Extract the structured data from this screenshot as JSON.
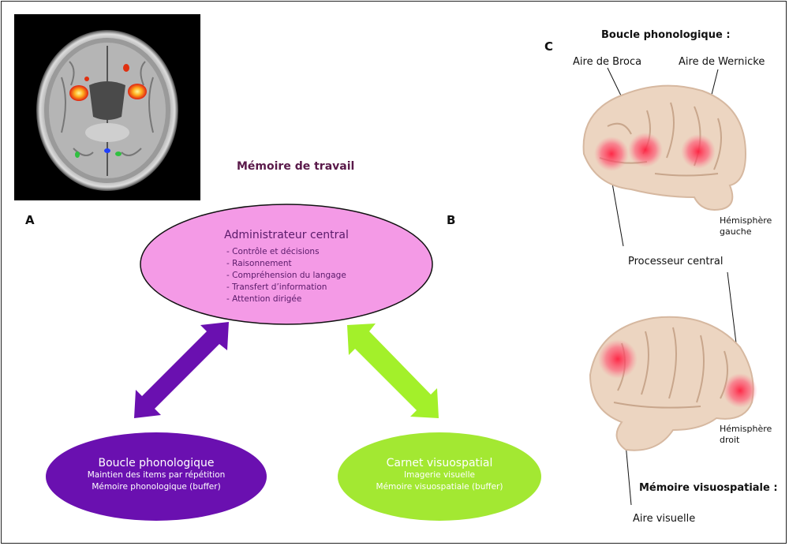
{
  "panels": {
    "a": "A",
    "b": "B",
    "c": "C"
  },
  "diagram_title": "Mémoire de travail",
  "central": {
    "title": "Administrateur central",
    "items": [
      "- Contrôle et décisions",
      "- Raisonnement",
      "- Compréhension du langage",
      "- Transfert d’information",
      "- Attention dirigée"
    ]
  },
  "phonological_loop": {
    "title": "Boucle phonologique",
    "lines": [
      "Maintien des items par répétition",
      "Mémoire phonologique (buffer)"
    ]
  },
  "visuospatial": {
    "title": "Carnet visuospatial",
    "lines": [
      "Imagerie visuelle",
      "Mémoire visuospatiale (buffer)"
    ]
  },
  "panel_c": {
    "top_heading": "Boucle phonologique :",
    "broca": "Aire de Broca",
    "wernicke": "Aire de Wernicke",
    "left_hemisphere": [
      "Hémisphère",
      "gauche"
    ],
    "central_processor": "Processeur central",
    "right_hemisphere": [
      "Hémisphère",
      "droit"
    ],
    "bottom_heading": "Mémoire visuospatiale :",
    "visual_area": "Aire visuelle"
  },
  "colors": {
    "central_fill": "#f49ae6",
    "phono_fill": "#6a10b0",
    "visuo_fill": "#a3e832",
    "purple_arrow": "#6a10b0",
    "green_arrow": "#a3f02a",
    "brain": "#eed8c4",
    "hotspot": "#ff3050"
  }
}
